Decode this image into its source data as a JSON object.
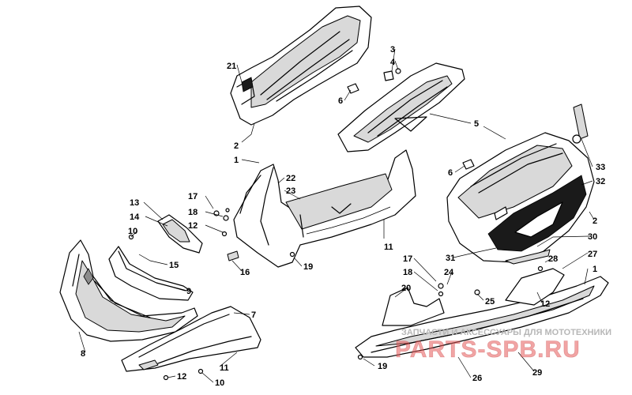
{
  "callouts": [
    {
      "id": "c21",
      "label": "21"
    },
    {
      "id": "c3",
      "label": "3"
    },
    {
      "id": "c4",
      "label": "4"
    },
    {
      "id": "c6a",
      "label": "6"
    },
    {
      "id": "c5",
      "label": "5"
    },
    {
      "id": "c2a",
      "label": "2"
    },
    {
      "id": "c1a",
      "label": "1"
    },
    {
      "id": "c22",
      "label": "22"
    },
    {
      "id": "c23",
      "label": "23"
    },
    {
      "id": "c6b",
      "label": "6"
    },
    {
      "id": "c33",
      "label": "33"
    },
    {
      "id": "c32",
      "label": "32"
    },
    {
      "id": "c17a",
      "label": "17"
    },
    {
      "id": "c13",
      "label": "13"
    },
    {
      "id": "c18a",
      "label": "18"
    },
    {
      "id": "c14",
      "label": "14"
    },
    {
      "id": "c12a",
      "label": "12"
    },
    {
      "id": "c10a",
      "label": "10"
    },
    {
      "id": "c15",
      "label": "15"
    },
    {
      "id": "c16",
      "label": "16"
    },
    {
      "id": "c19a",
      "label": "19"
    },
    {
      "id": "c11a",
      "label": "11"
    },
    {
      "id": "c2b",
      "label": "2"
    },
    {
      "id": "c30",
      "label": "30"
    },
    {
      "id": "c31",
      "label": "31"
    },
    {
      "id": "c17b",
      "label": "17"
    },
    {
      "id": "c27",
      "label": "27"
    },
    {
      "id": "c28",
      "label": "28"
    },
    {
      "id": "c18b",
      "label": "18"
    },
    {
      "id": "c24",
      "label": "24"
    },
    {
      "id": "c1b",
      "label": "1"
    },
    {
      "id": "c9",
      "label": "9"
    },
    {
      "id": "c20",
      "label": "20"
    },
    {
      "id": "c25",
      "label": "25"
    },
    {
      "id": "c12b",
      "label": "12"
    },
    {
      "id": "c7",
      "label": "7"
    },
    {
      "id": "c8",
      "label": "8"
    },
    {
      "id": "c11b",
      "label": "11"
    },
    {
      "id": "c19b",
      "label": "19"
    },
    {
      "id": "c29",
      "label": "29"
    },
    {
      "id": "c12c",
      "label": "12"
    },
    {
      "id": "c10b",
      "label": "10"
    },
    {
      "id": "c26",
      "label": "26"
    }
  ],
  "watermark": {
    "line1": "ЗАПЧАСТИ И АКСЕССУАРЫ ДЛЯ МОТОТЕХНИКИ",
    "line2": "PARTS-SPB.RU"
  }
}
